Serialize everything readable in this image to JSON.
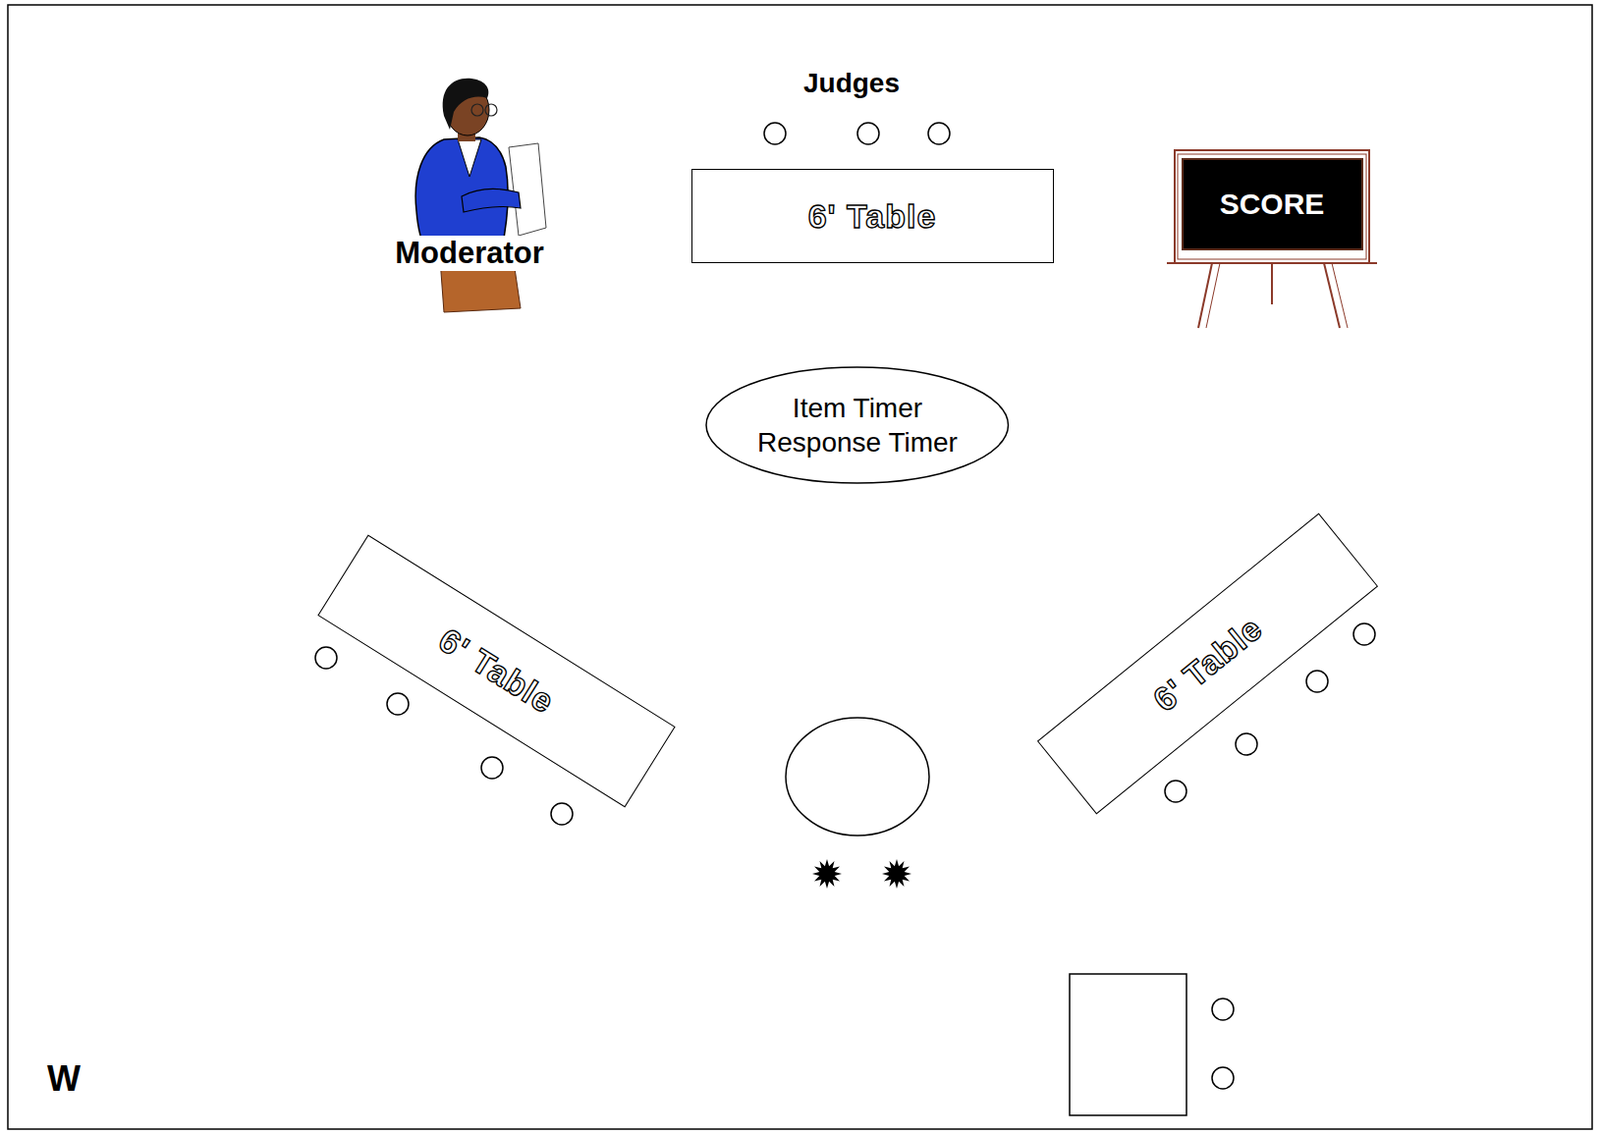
{
  "diagram": {
    "nodes": [
      {
        "text": [
          "6' Table"
        ]
      },
      {
        "text": [
          "SCORE"
        ]
      },
      {
        "text": [
          "Item Timer",
          "Response Timer"
        ]
      },
      {
        "text": [
          "6' Table"
        ]
      },
      {
        "text": [
          "6' Table"
        ]
      }
    ],
    "labels": [
      "Judges",
      "Moderator",
      "W"
    ]
  }
}
